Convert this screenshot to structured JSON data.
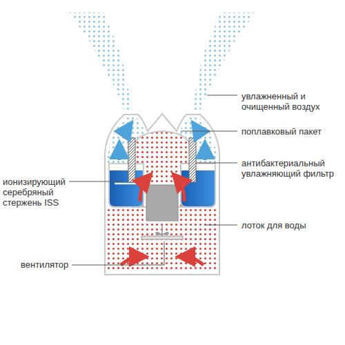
{
  "diagram": {
    "labels": [
      "увлажненный и очищенный воздух",
      "поплавковый пакет",
      "антибактериальный увлажняющий фильтр",
      "ионизирующий серебряный стержень ISS",
      "лоток для воды",
      "вентилятор"
    ]
  }
}
